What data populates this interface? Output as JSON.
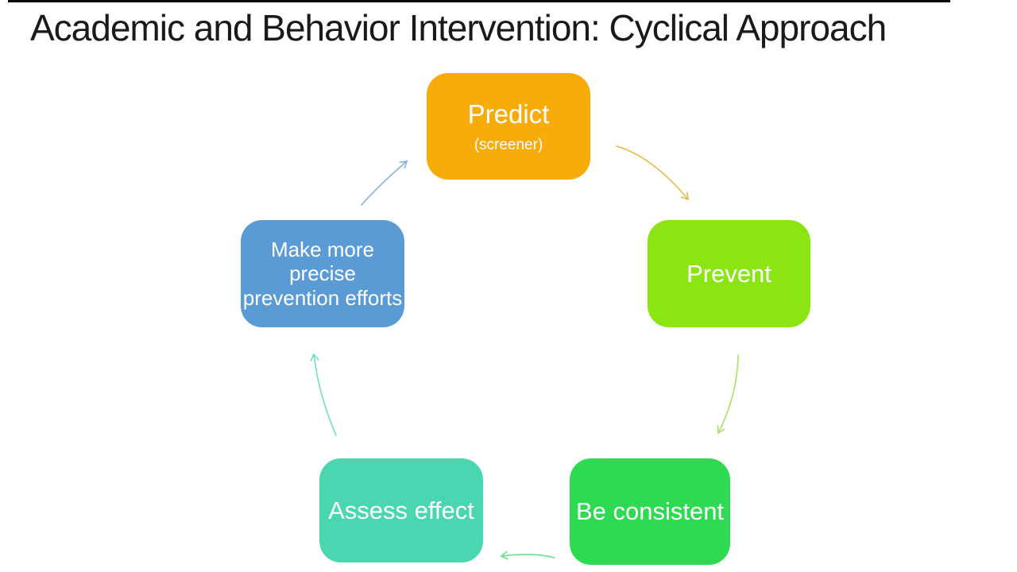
{
  "title": "Academic and Behavior Intervention: Cyclical Approach",
  "colors": {
    "background": "#FFFFFF",
    "title_text": "#1A1A1A",
    "letterbox": "#0A0A0A"
  },
  "diagram": {
    "type": "cycle",
    "nodes": [
      {
        "id": "predict",
        "label": "Predict",
        "sublabel": "(screener)",
        "fill": "#F7AC0B",
        "text_color": "#FFFFFF"
      },
      {
        "id": "prevent",
        "label": "Prevent",
        "fill": "#8BE512",
        "text_color": "#FFFFFF"
      },
      {
        "id": "be-consistent",
        "label": "Be consistent",
        "fill": "#2EDA52",
        "text_color": "#FFFFFF"
      },
      {
        "id": "assess-effect",
        "label": "Assess effect",
        "fill": "#4BD6B2",
        "text_color": "#FFFFFF"
      },
      {
        "id": "make-more-precise",
        "label": "Make more precise prevention efforts",
        "fill": "#5B9BD5",
        "text_color": "#FFFFFF"
      }
    ],
    "arrows": [
      {
        "from": "predict",
        "to": "prevent",
        "color": "#E8B845"
      },
      {
        "from": "prevent",
        "to": "be-consistent",
        "color": "#A8E060"
      },
      {
        "from": "be-consistent",
        "to": "assess-effect",
        "color": "#6CDE8C"
      },
      {
        "from": "assess-effect",
        "to": "make-more-precise",
        "color": "#72DFC5"
      },
      {
        "from": "make-more-precise",
        "to": "predict",
        "color": "#88AFDC"
      }
    ]
  }
}
